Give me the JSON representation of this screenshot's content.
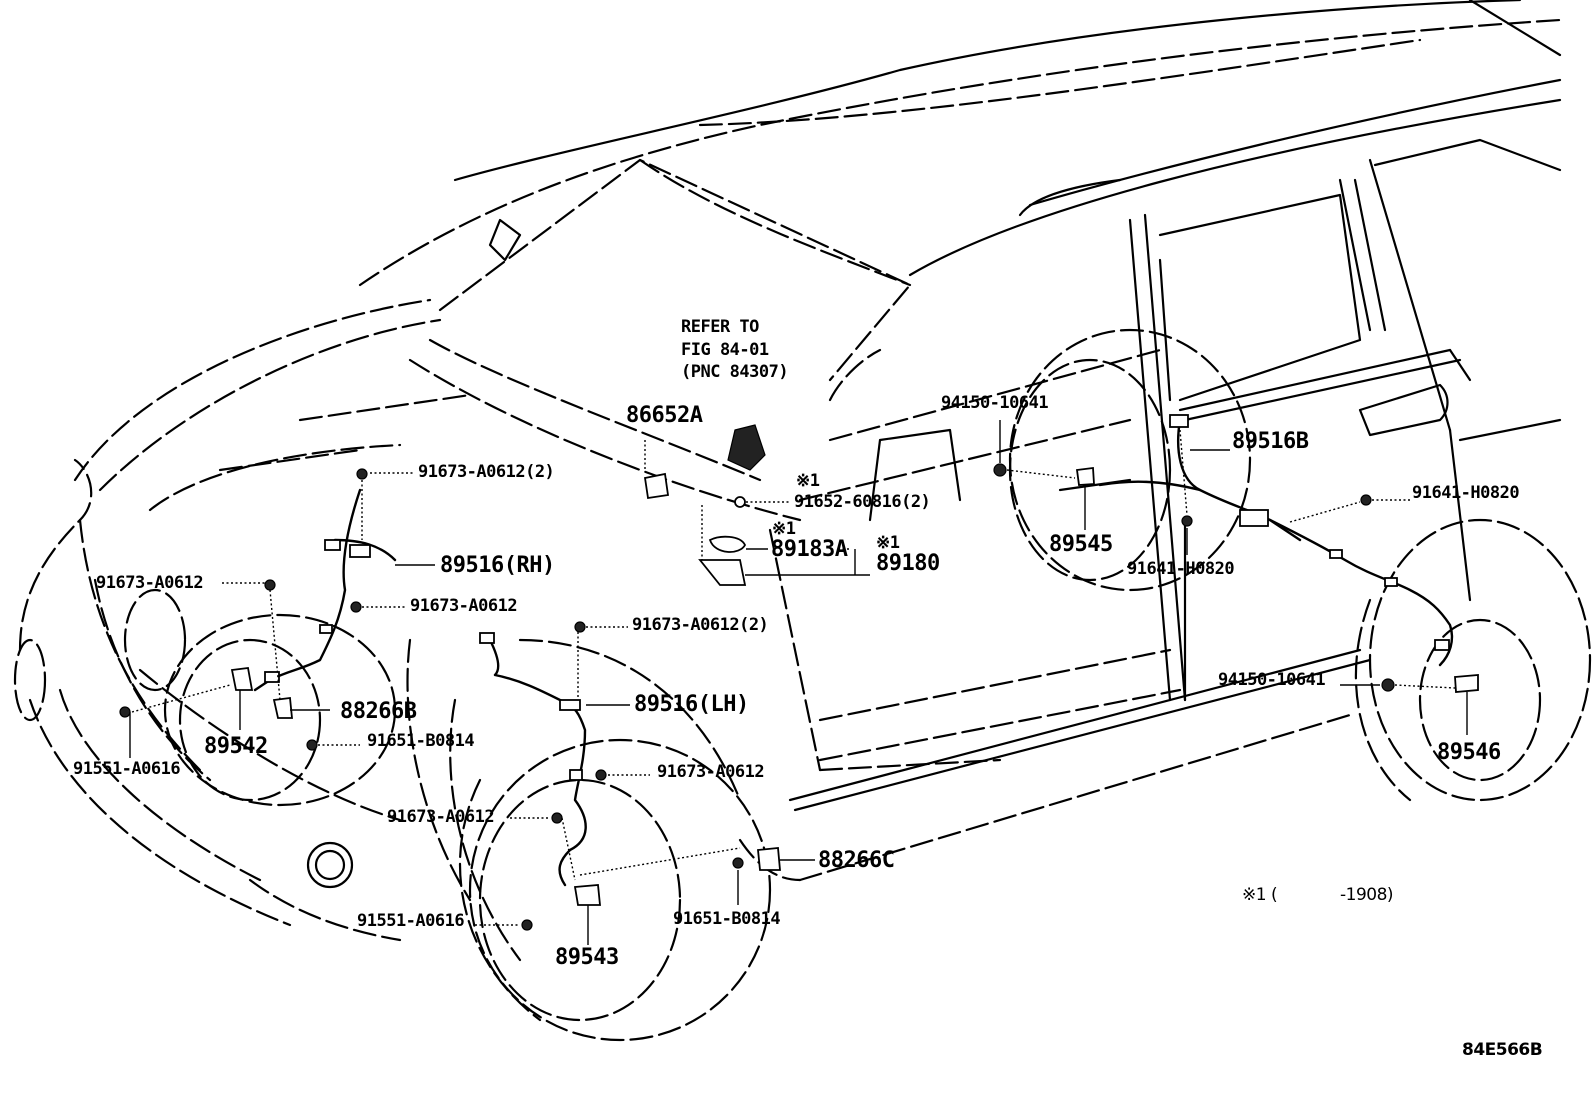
{
  "diagram": {
    "refer_note": {
      "line1": "REFER TO",
      "line2": "FIG 84-01",
      "line3": "(PNC 84307)"
    },
    "labels": {
      "p86652A": "86652A",
      "p91673_A0612_2_top": "91673-A0612(2)",
      "p91652_60816_2": "91652-60816(2)",
      "mark1_a": "※1",
      "mark1_b": "※1",
      "mark1_c": "※1",
      "p89183A": "89183A",
      "p89180": "89180",
      "p89516RH": "89516(RH)",
      "p91673_A0612_left": "91673-A0612",
      "p91673_A0612_mid": "91673-A0612",
      "p91673_A0612_2_mid": "91673-A0612(2)",
      "p88266B": "88266B",
      "p89542": "89542",
      "p91651_B0814_a": "91651-B0814",
      "p91551_A0616_a": "91551-A0616",
      "p89516LH": "89516(LH)",
      "p91673_A0612_r": "91673-A0612",
      "p91673_A0612_l2": "91673-A0612",
      "p88266C": "88266C",
      "p91551_A0616_b": "91551-A0616",
      "p91651_B0814_b": "91651-B0814",
      "p89543": "89543",
      "p94150_10641_top": "94150-10641",
      "p89516B": "89516B",
      "p89545": "89545",
      "p91641_H0820_a": "91641-H0820",
      "p91641_H0820_b": "91641-H0820",
      "p94150_10641_r": "94150-10641",
      "p89546": "89546"
    },
    "footnote": {
      "mark": "※1 (",
      "range": "-1908)"
    },
    "figure_code": "84E566B"
  }
}
